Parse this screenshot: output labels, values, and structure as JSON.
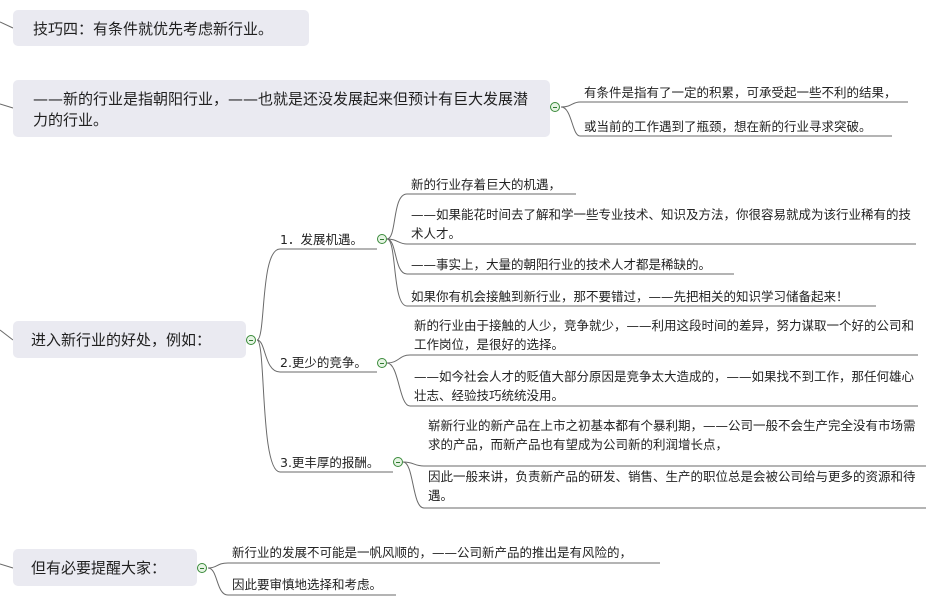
{
  "section1": {
    "title": "技巧四：有条件就优先考虑新行业。"
  },
  "section2": {
    "main": "——新的行业是指朝阳行业，——也就是还没发展起来但预计有巨大发展潜力的行业。",
    "notes": [
      "有条件是指有了一定的积累，可承受起一些不利的结果，",
      "或当前的工作遇到了瓶颈，想在新的行业寻求突破。"
    ]
  },
  "section3": {
    "main": "进入新行业的好处，例如：",
    "branches": [
      {
        "label": "1．发展机遇。",
        "items": [
          "新的行业存着巨大的机遇，",
          "——如果能花时间去了解和学一些专业技术、知识及方法，你很容易就成为该行业稀有的技术人才。",
          "——事实上，大量的朝阳行业的技术人才都是稀缺的。",
          "如果你有机会接触到新行业，那不要错过，——先把相关的知识学习储备起来！"
        ]
      },
      {
        "label": "2.更少的竞争。",
        "items": [
          "新的行业由于接触的人少，竞争就少，——利用这段时间的差异，努力谋取一个好的公司和工作岗位，是很好的选择。",
          "——如今社会人才的贬值大部分原因是竞争太大造成的，——如果找不到工作，那任何雄心壮志、经验技巧统统没用。"
        ]
      },
      {
        "label": "3.更丰厚的报酬。",
        "items": [
          "崭新行业的新产品在上市之初基本都有个暴利期，——公司一般不会生产完全没有市场需求的产品，而新产品也有望成为公司新的利润增长点，",
          "因此一般来讲，负责新产品的研发、销售、生产的职位总是会被公司给与更多的资源和待遇。"
        ]
      }
    ]
  },
  "section4": {
    "main": "但有必要提醒大家：",
    "notes": [
      "新行业的发展不可能是一帆风顺的，——公司新产品的推出是有风险的，",
      "因此要审慎地选择和考虑。"
    ]
  },
  "colors": {
    "node_bg": "#eaeaf1",
    "line": "#666666",
    "toggle_border": "#3a8a3a",
    "toggle_fill": "#e6f4e4"
  }
}
